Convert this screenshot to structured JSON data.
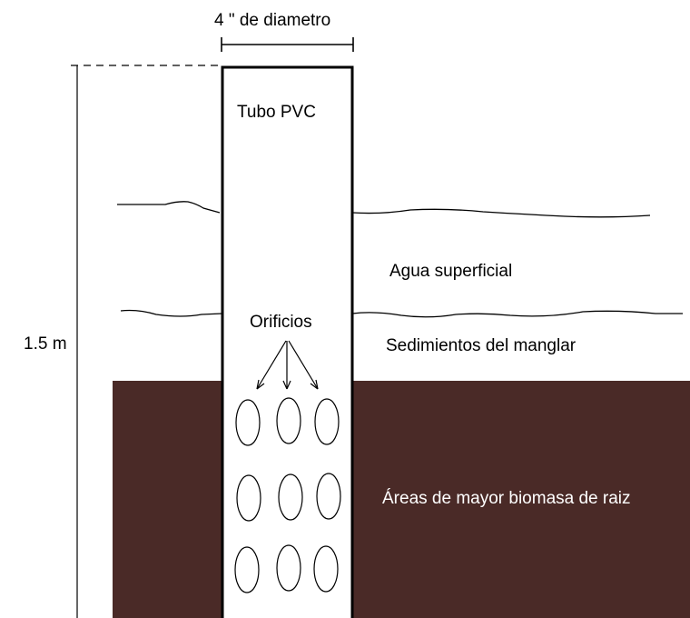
{
  "diagram": {
    "labels": {
      "diameter": "4 \" de diametro",
      "tube": "Tubo PVC",
      "height": "1.5 m",
      "surface_water": "Agua superficial",
      "holes": "Orificios",
      "sediments": "Sedimientos del manglar",
      "biomass": "Áreas de mayor biomasa de raiz"
    },
    "colors": {
      "root_zone": "#4a2a27",
      "tube_fill": "#ffffff",
      "line": "#000000",
      "biomass_text": "#ffffff"
    }
  }
}
